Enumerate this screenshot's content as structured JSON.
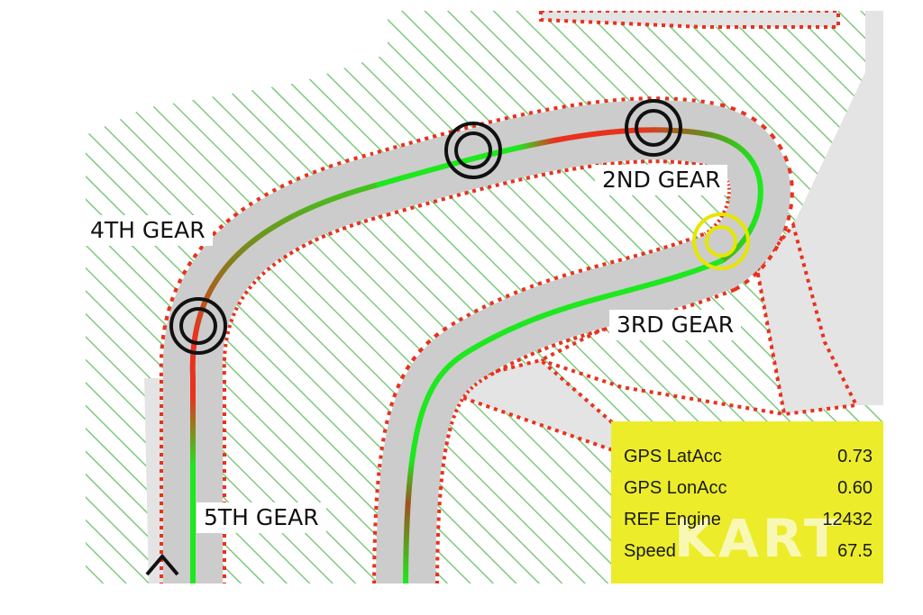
{
  "colors": {
    "track": "#cccccc",
    "runoff": "#e4e4e4",
    "hatch": "#7fc97f",
    "boundary": "#e8321e",
    "line_fast": "#1ee81e",
    "line_brake": "#e8321e",
    "marker": "#111111",
    "marker_current": "#e6e600",
    "panel": "#ecec2a"
  },
  "gear_labels": {
    "second": "2ND GEAR",
    "third": "3RD GEAR",
    "fourth": "4TH GEAR",
    "fifth": "5TH GEAR"
  },
  "telemetry": {
    "rows": [
      {
        "label": "GPS LatAcc",
        "value": "0.73"
      },
      {
        "label": "GPS LonAcc",
        "value": "0.60"
      },
      {
        "label": "REF Engine",
        "value": "12432"
      },
      {
        "label": "Speed",
        "value": "67.5"
      }
    ],
    "watermark": "KART"
  },
  "markers": [
    "target-marker",
    "target-marker",
    "target-marker",
    "current-position-marker"
  ],
  "icons": {
    "start": "chevron-up-icon"
  }
}
